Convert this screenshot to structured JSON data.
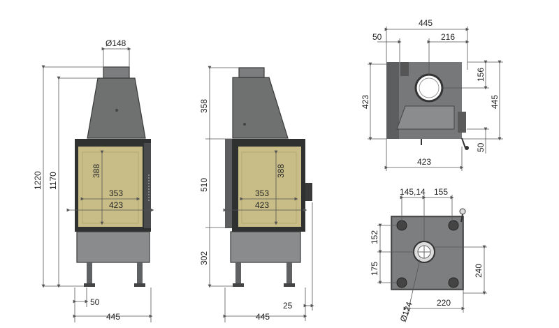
{
  "colors": {
    "steel": "#6f7070",
    "door_frame": "#2f3030",
    "glass": "#c8bd87",
    "dimension_line": "#555555",
    "background": "#ffffff"
  },
  "front_view": {
    "flue_diameter": "Ø148",
    "total_height": "1220",
    "flue_height": "1170",
    "glass_height": "388",
    "glass_width": "353",
    "door_width": "423",
    "leg_offset": "50",
    "total_width": "445"
  },
  "side_view": {
    "hood_height": "358",
    "door_zone_height": "510",
    "base_height": "302",
    "glass_height": "388",
    "glass_width": "353",
    "door_width": "423",
    "handle_offset": "25",
    "total_width": "445"
  },
  "top_view": {
    "total_width": "445",
    "left_offset": "50",
    "flue_offset": "216",
    "flue_position": "156",
    "depth": "423",
    "total_depth": "445",
    "bottom_offset": "50",
    "bottom_width": "423"
  },
  "bottom_view": {
    "air_inlet_x1": "145,14",
    "air_inlet_x2": "155",
    "left_dim_top": "152",
    "left_dim_bottom": "175",
    "right_dim": "240",
    "inlet_diameter": "Ø124",
    "bottom_dim": "220"
  }
}
